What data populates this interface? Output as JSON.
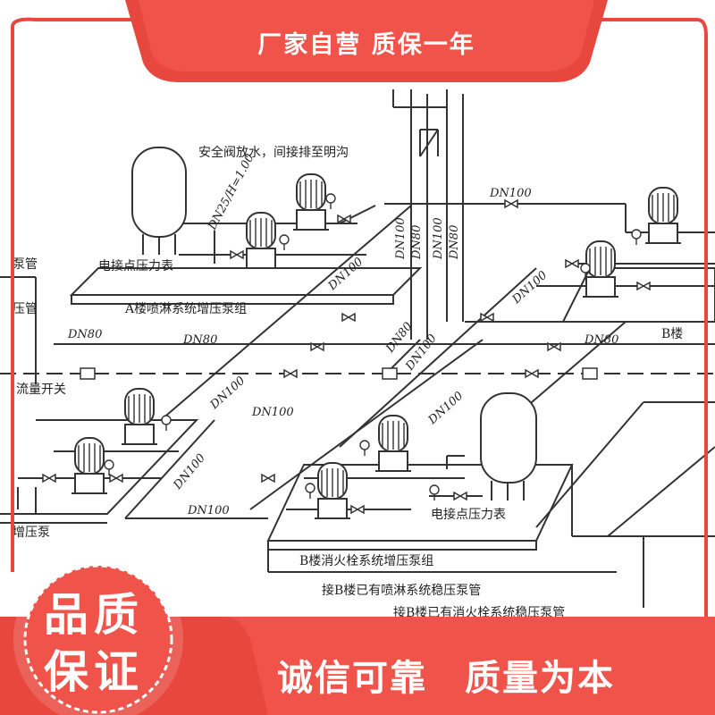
{
  "banner": {
    "top_text": "厂家自营 质保一年",
    "badge_line1": "品质",
    "badge_line2": "保证",
    "bottom_text": "诚信可靠　质量为本",
    "accent_color": "#e8473e",
    "border_color": "#e8473e"
  },
  "diagram": {
    "safety_valve_note": "安全阀放水，间接排至明沟",
    "dn25_label": "DN25/H=1.00",
    "group_a_label": "A楼喷淋系统增压泵组",
    "group_b_fire_label": "B楼消火栓系统增压泵组",
    "group_b_partial_label": "B楼",
    "pressure_gauge_label_1": "电接点压力表",
    "pressure_gauge_label_2": "电接点压力表",
    "spray_pipe_partial": "泵管",
    "pressure_pipe_partial": "压管",
    "flow_switch_label": "流量开关",
    "booster_partial": "增压泵",
    "connect_b_label": "接B楼已有喷淋系统稳压泵管",
    "cut_off_label": "接B楼已有消火栓系统稳压泵管",
    "dn_labels": {
      "dn100_top": "DN100",
      "dn100_a": "DN100",
      "dn100_v1": "DN100",
      "dn80_v": "DN80",
      "dn100_v2": "DN100",
      "dn80_v2": "DN80",
      "dn100_right": "DN100",
      "dn80_left": "DN80",
      "dn80_mid": "DN80",
      "dn80_right": "DN80",
      "dn80_diag": "DN80",
      "dn100_diag_mid": "DN100",
      "dn100_diag_left": "DN100",
      "dn100_mid": "DN100",
      "dn100_diag_right": "DN100",
      "dn100_diag_low": "DN100",
      "dn100_low": "DN100"
    }
  }
}
